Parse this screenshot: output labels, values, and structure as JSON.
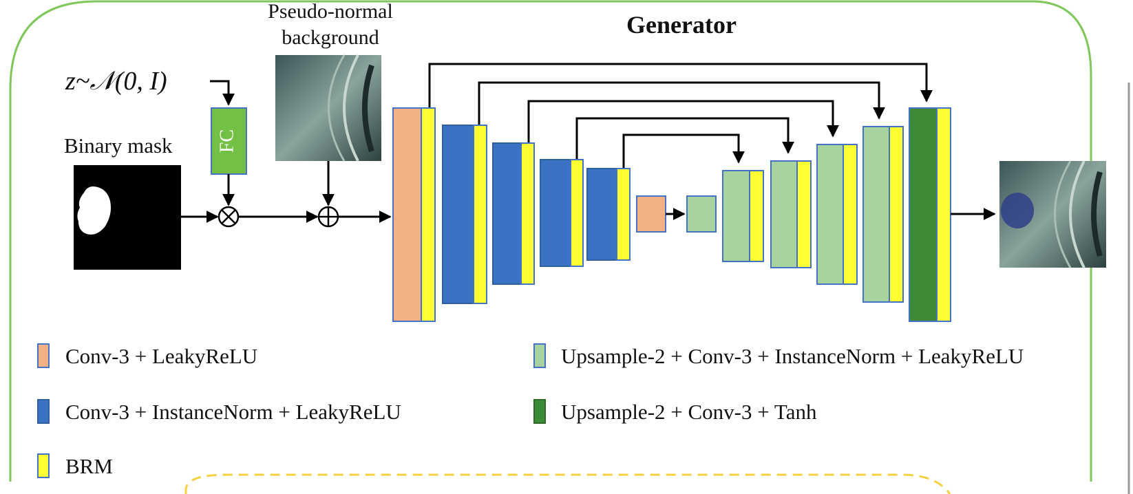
{
  "title": "Generator",
  "inputs": {
    "noise_label": "z~𝒩(0, I)",
    "fc_label": "FC",
    "mask_label": "Binary mask",
    "background_label_line1": "Pseudo-normal",
    "background_label_line2": "background"
  },
  "operators": {
    "multiply_symbol": "×",
    "add_symbol": "+"
  },
  "legend": [
    {
      "label": "Conv-3 + LeakyReLU",
      "color": "#f4b183"
    },
    {
      "label": "Conv-3 + InstanceNorm + LeakyReLU",
      "color": "#3a73c4"
    },
    {
      "label": "BRM",
      "color": "#ffff33"
    },
    {
      "label": "Upsample-2 + Conv-3 + InstanceNorm + LeakyReLU",
      "color": "#a9d39e"
    },
    {
      "label": "Upsample-2 + Conv-3 + Tanh",
      "color": "#3d8b37"
    }
  ],
  "colors": {
    "frame": "#7fc75a",
    "fc_fill": "#74c046",
    "dashed": "#f5d142",
    "block_border": "#4472c4"
  }
}
